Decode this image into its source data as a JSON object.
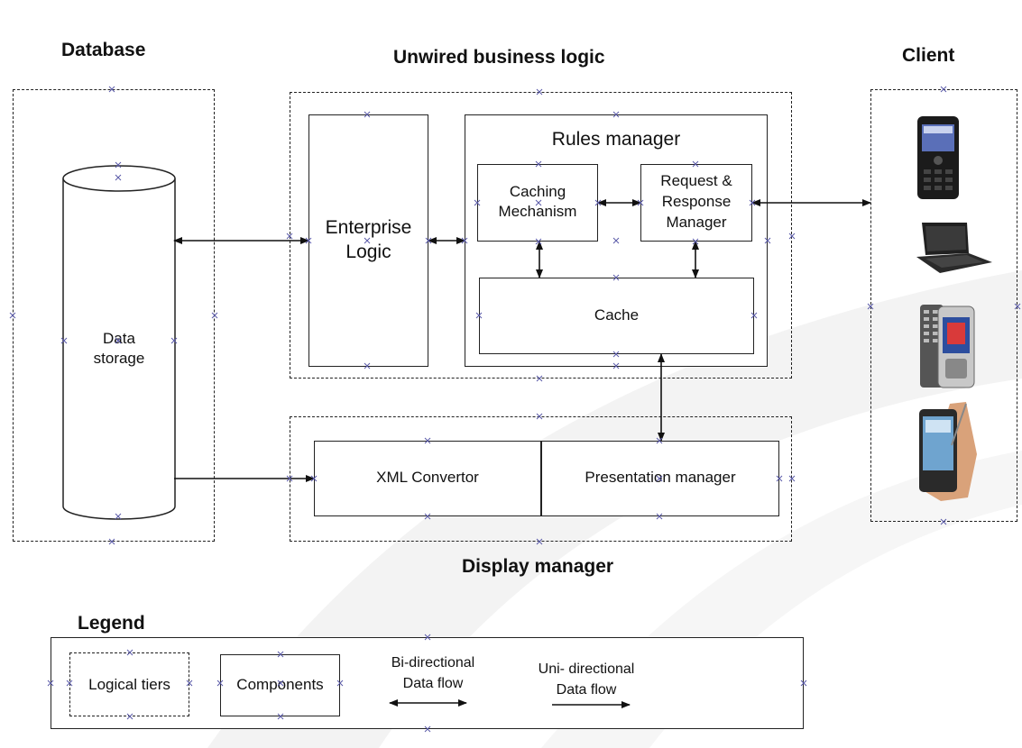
{
  "titles": {
    "database": "Database",
    "business_logic": "Unwired business logic",
    "client": "Client",
    "display_manager": "Display manager",
    "legend": "Legend"
  },
  "components": {
    "data_storage_line1": "Data",
    "data_storage_line2": "storage",
    "enterprise_logic_line1": "Enterprise",
    "enterprise_logic_line2": "Logic",
    "rules_manager": "Rules manager",
    "caching_line1": "Caching",
    "caching_line2": "Mechanism",
    "request_line1": "Request &",
    "request_line2": "Response",
    "request_line3": "Manager",
    "cache": "Cache",
    "xml_convertor": "XML Convertor",
    "presentation_manager": "Presentation manager"
  },
  "clients": [
    "mobile-phone-icon",
    "laptop-icon",
    "smartphone-keyboard-icon",
    "touchscreen-phone-icon"
  ],
  "legend": {
    "logical_tiers": "Logical tiers",
    "components": "Components",
    "bi_line1": "Bi-directional",
    "bi_line2": "Data flow",
    "uni_line1": "Uni- directional",
    "uni_line2": "Data flow"
  }
}
